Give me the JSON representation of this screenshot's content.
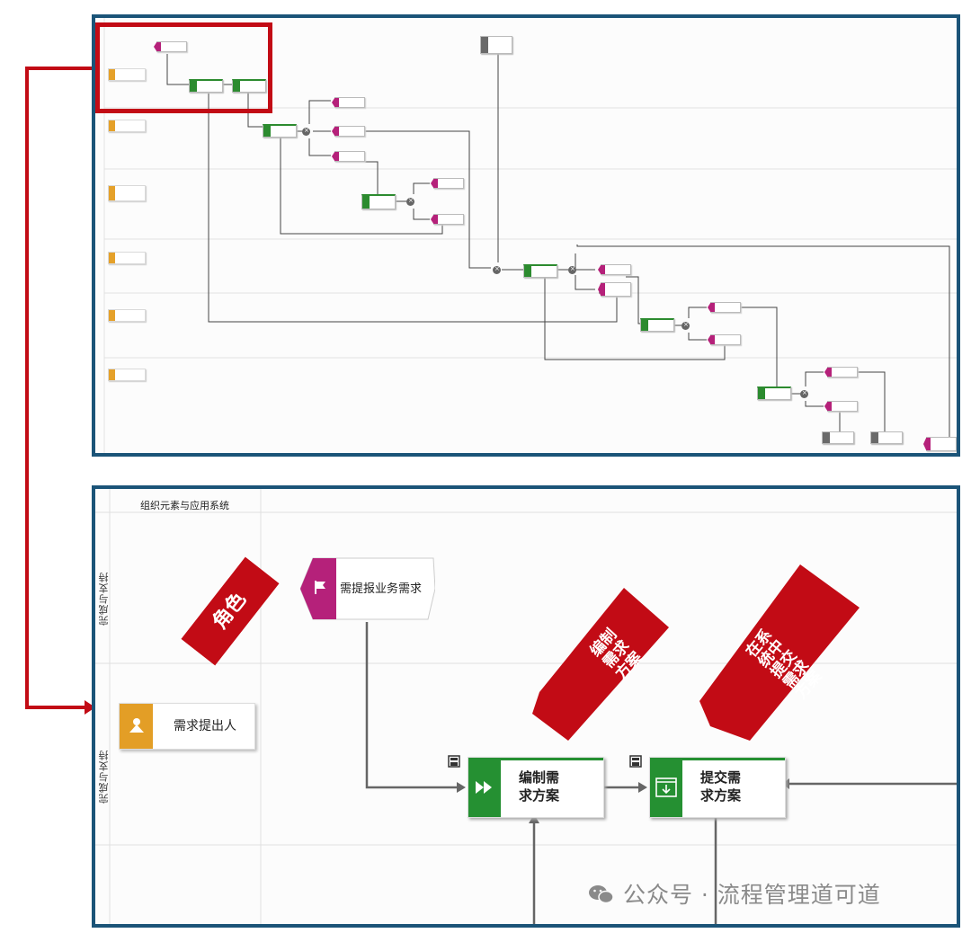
{
  "colors": {
    "panel_border": "#1b5478",
    "highlight_red": "#c20b15",
    "role_orange": "#e39e26",
    "activity_green": "#259032",
    "event_magenta": "#b5217a",
    "gray_node": "#6a6a6a"
  },
  "bottom": {
    "header_title": "组织元素与应用系统",
    "lane1_label": "完成与支持",
    "lane2_label": "完成与支持",
    "role_label": "需求提出人",
    "event_label": "需提报业务需求",
    "activity1_label": "编制需\n求方案",
    "activity2_label": "提交需\n求方案",
    "annotation_role": "角色",
    "annotation_activity1": "编制\n需求\n方案",
    "annotation_activity2": "在系\n统中\n提交\n需求\n方案",
    "watermark": "公众号 · 流程管理道可道"
  },
  "icons": [
    "person-icon",
    "flag-icon",
    "fast-forward-icon",
    "download-window-icon",
    "document-icon",
    "wechat-icon"
  ]
}
